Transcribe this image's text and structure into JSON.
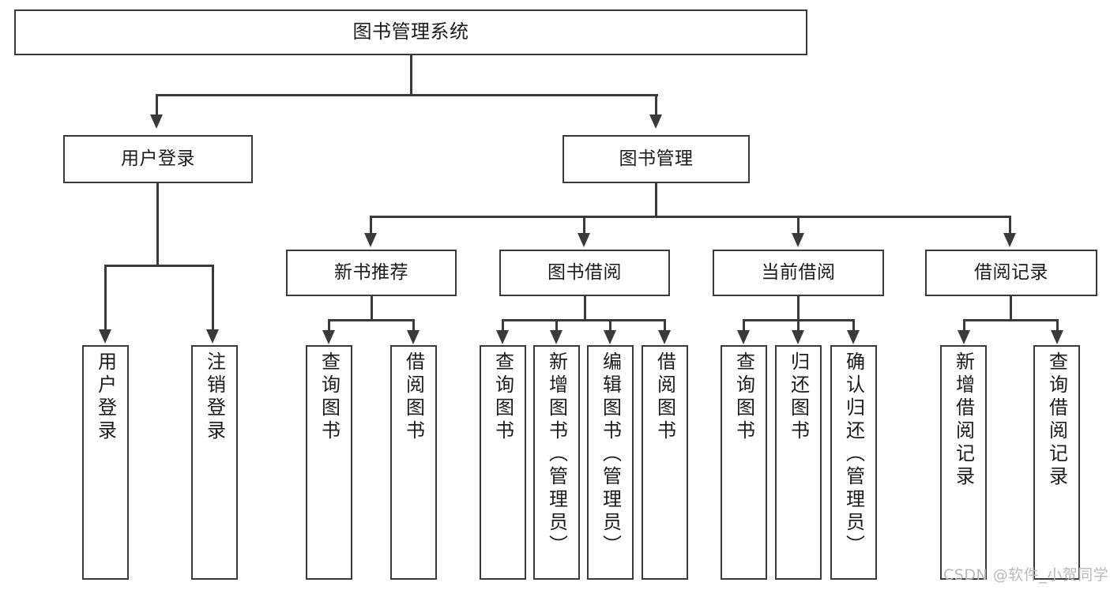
{
  "diagram": {
    "title": "图书管理系统",
    "type": "tree-hierarchy-diagram",
    "colors": {
      "box_stroke": "#3a3a3a",
      "box_fill": "#ffffff",
      "text": "#1b1b1b",
      "connector": "#3a3a3a",
      "watermark": "#b9b9b9",
      "background": "#ffffff"
    },
    "nodes": {
      "root": {
        "label": "图书管理系统",
        "level": 0
      },
      "level1": [
        {
          "id": "user-login",
          "label": "用户登录"
        },
        {
          "id": "book-management",
          "label": "图书管理"
        }
      ],
      "level2": [
        {
          "id": "new-book-recommend",
          "label": "新书推荐"
        },
        {
          "id": "book-borrow",
          "label": "图书借阅"
        },
        {
          "id": "current-borrow",
          "label": "当前借阅"
        },
        {
          "id": "borrow-record",
          "label": "借阅记录"
        }
      ],
      "leaves": {
        "user_login": [
          {
            "id": "leaf-user-login",
            "label": "用户登录"
          },
          {
            "id": "leaf-logout",
            "label": "注销登录"
          }
        ],
        "new_book_recommend": [
          {
            "id": "leaf-query-book-1",
            "label": "查询图书"
          },
          {
            "id": "leaf-borrow-book-1",
            "label": "借阅图书"
          }
        ],
        "book_borrow": [
          {
            "id": "leaf-query-book-2",
            "label": "查询图书"
          },
          {
            "id": "leaf-add-book",
            "label": "新增图书（管理员）"
          },
          {
            "id": "leaf-edit-book",
            "label": "编辑图书（管理员）"
          },
          {
            "id": "leaf-borrow-book-2",
            "label": "借阅图书"
          }
        ],
        "current_borrow": [
          {
            "id": "leaf-query-book-3",
            "label": "查询图书"
          },
          {
            "id": "leaf-return-book",
            "label": "归还图书"
          },
          {
            "id": "leaf-confirm-return",
            "label": "确认归还（管理员）"
          }
        ],
        "borrow_record": [
          {
            "id": "leaf-add-record",
            "label": "新增借阅记录"
          },
          {
            "id": "leaf-query-record",
            "label": "查询借阅记录"
          }
        ]
      }
    }
  },
  "watermark": {
    "text": "CSDN @软件_小贺同学"
  }
}
